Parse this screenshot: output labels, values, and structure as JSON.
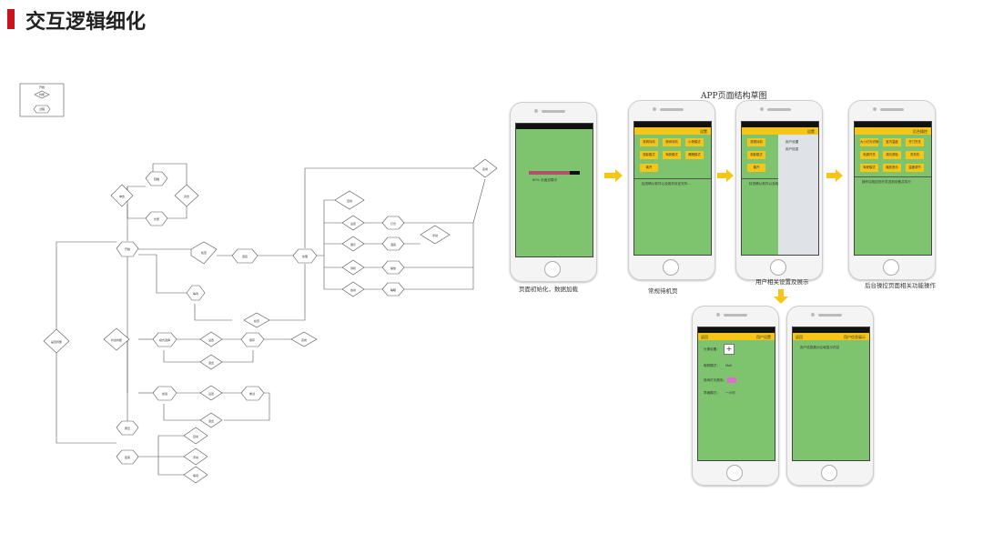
{
  "header": {
    "title": "交互逻辑细化"
  },
  "structure": {
    "title": "APP页面结构草图"
  },
  "captions": {
    "init": "页面初始化，数据加载",
    "home": "常规待机页",
    "settings": "用户相关设置及展示",
    "backend": "后台操控页面相关功能操作"
  },
  "phones": {
    "p1": {
      "progress_label": "80% 页面加载中",
      "progress": 0.8
    },
    "p2": {
      "nav": "设置",
      "tiles": [
        "常规待机",
        "夜间待机",
        "小夜模式",
        "观影模式",
        "驾驶模式",
        "睡眠模式",
        "离开"
      ],
      "info": "检查确认软件以及相关设定完毕..."
    },
    "p3": {
      "nav": "设置",
      "tiles": [
        "常规待机",
        "观影模式",
        "离开"
      ],
      "panel": [
        "用户设置",
        "用户信息"
      ],
      "info": "检查确认软件以及相关..."
    },
    "p4": {
      "nav": "后台操控",
      "tiles": [
        "大小灯光切换",
        "室内温度",
        "开门开关",
        "电源开关",
        "调光调色",
        "洗衣机",
        "驾驶模式",
        "播放音乐",
        "温度调节"
      ],
      "info": "操作后相应指令发送到设备并执行"
    },
    "p5": {
      "nav_left": "返回",
      "nav_right": "用户设置",
      "rows": [
        "头像设置：",
        "昵称模式：",
        "夜间灯光颜色：",
        "早晚模式："
      ],
      "values": [
        "+",
        "Mell",
        "",
        "一小时"
      ]
    },
    "p6": {
      "nav_left": "返回",
      "nav_right": "用户信息展示",
      "info": "用户信息展示区域显示内容"
    }
  },
  "flow": {
    "legend": [
      "开始",
      "判断",
      "过程"
    ],
    "nodes": {
      "n_start": "开始",
      "n_click": "单击",
      "n_dbl": "双击",
      "n_press": "长按",
      "n_tap": "轻触",
      "n_long": "按压",
      "n_judge1": "是否判断",
      "n_judge2": "状态判断",
      "n_mode": "模式选择",
      "n_off": "待机",
      "n_on": "启动",
      "n_proc": "处理",
      "n_light": "灯光",
      "n_temp": "温度",
      "n_play": "播放",
      "n_sleep": "睡眠",
      "n_exit": "退出",
      "n_set": "设置",
      "n_show": "展示",
      "n_conn": "连接",
      "n_done": "完成",
      "n_end": "结束",
      "n_auto": "自动",
      "n_manual": "手动",
      "n_check": "检查",
      "n_retry": "重试",
      "n_save": "保存",
      "n_load": "加载",
      "n_wait": "等待"
    }
  }
}
